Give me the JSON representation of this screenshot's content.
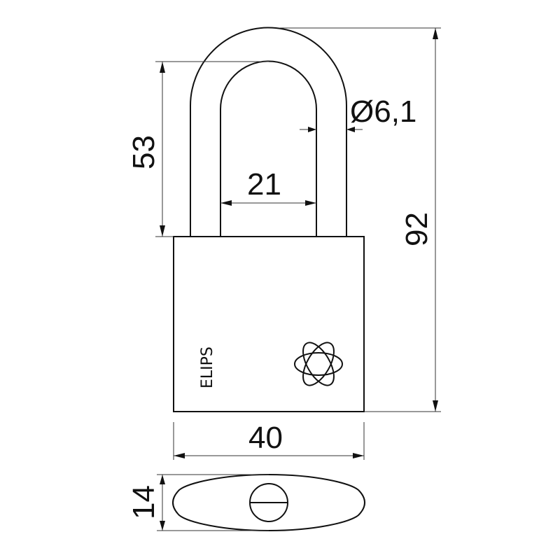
{
  "drawing": {
    "subject": "padlock",
    "brand": "ELIPS",
    "dimensions": {
      "shackle_height": "53",
      "shackle_inner_width": "21",
      "shackle_diameter": "Ø6,1",
      "total_height": "92",
      "body_width": "40",
      "body_thickness": "14"
    }
  }
}
